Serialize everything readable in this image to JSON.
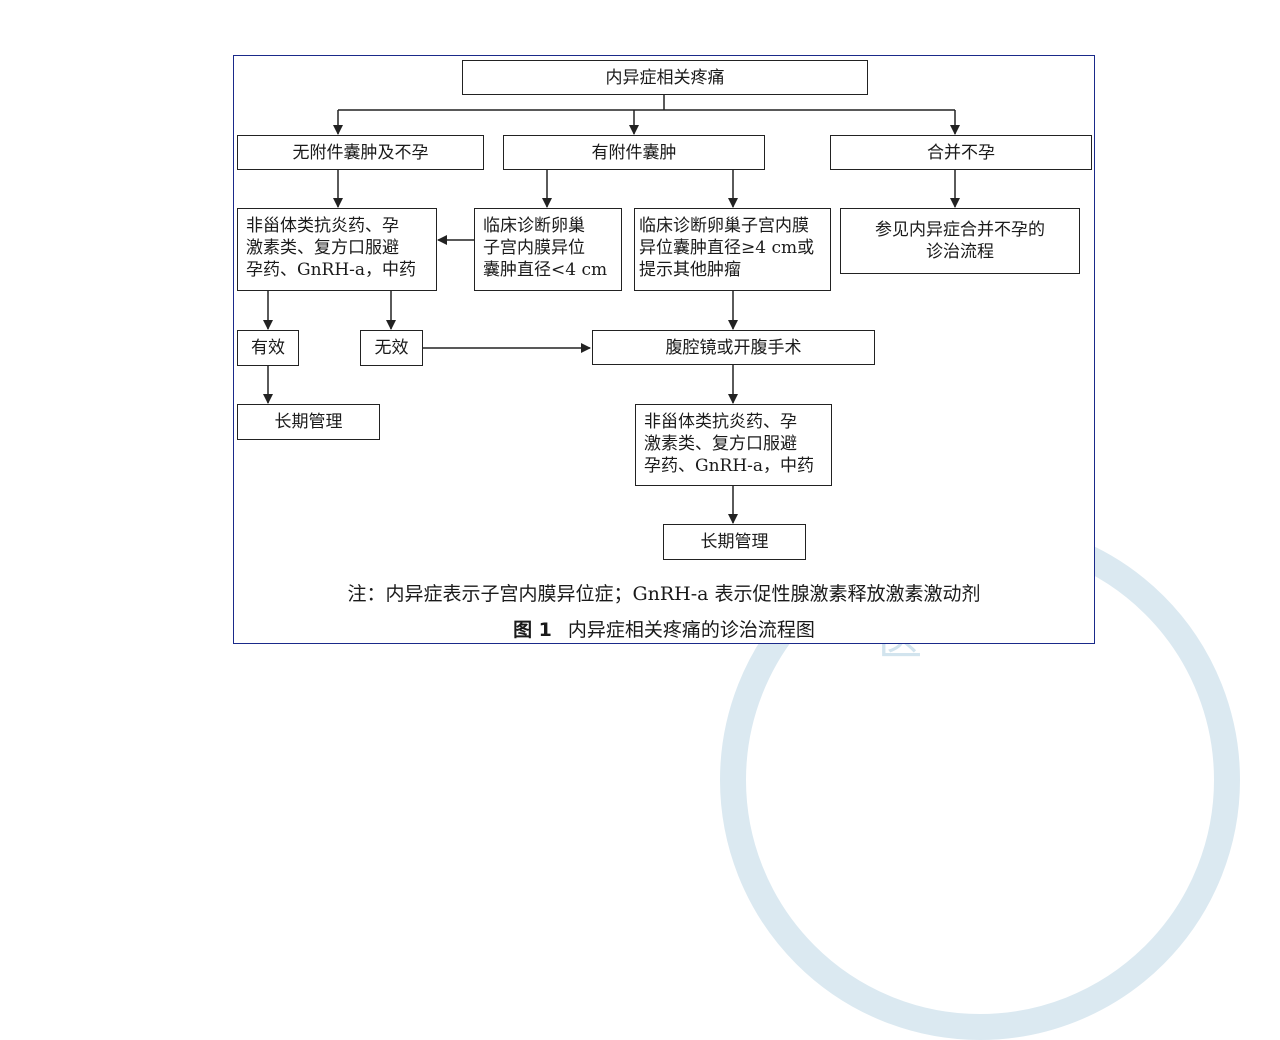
{
  "diagram": {
    "root": "内异症相关疼痛",
    "branches": {
      "no_cyst_no_infertility": "无附件囊肿及不孕",
      "adnexal_cyst": "有附件囊肿",
      "infertility": "合并不孕"
    },
    "medication_left": "非甾体类抗炎药、孕\n激素类、复方口服避\n孕药、GnRH-a，中药",
    "cyst_small": "临床诊断卵巢\n子宫内膜异位\n囊肿直径<4 cm",
    "cyst_large": "临床诊断卵巢子宫内膜\n异位囊肿直径≥4 cm或\n提示其他肿瘤",
    "infertility_ref": "参见内异症合并不孕的\n诊治流程",
    "effective": "有效",
    "ineffective": "无效",
    "surgery": "腹腔镜或开腹手术",
    "long_term_left": "长期管理",
    "medication_right": "非甾体类抗炎药、孕\n激素类、复方口服避\n孕药、GnRH-a，中药",
    "long_term_right": "长期管理"
  },
  "note": "注：内异症表示子宫内膜异位症；GnRH-a 表示促性腺激素释放激素激动剂",
  "caption": {
    "figure_number": "图 1",
    "title": "内异症相关疼痛的诊治流程图"
  },
  "watermark_text": "医",
  "colors": {
    "frame_border": "#1a2a8a",
    "line": "#222222",
    "watermark": "#dbe9f1"
  }
}
